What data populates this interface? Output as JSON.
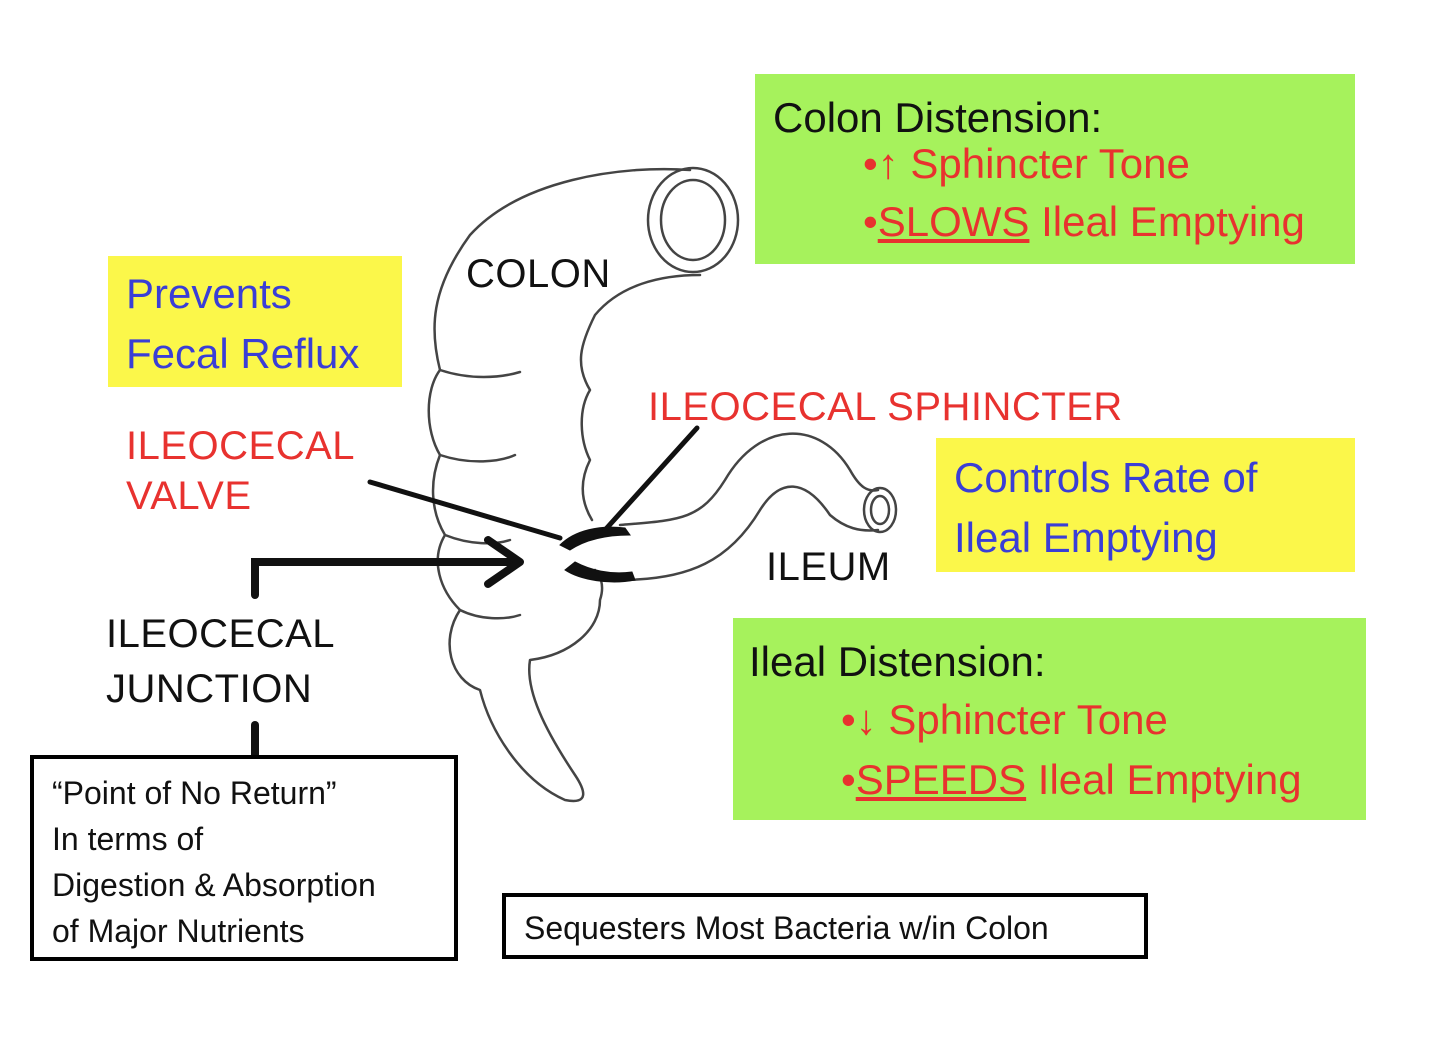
{
  "colon_distension": {
    "title": "Colon Distension:",
    "bullet1_arrow": "↑",
    "bullet1_text": " Sphincter Tone",
    "bullet2_underlined": "SLOWS",
    "bullet2_text": " Ileal Emptying"
  },
  "prevents": {
    "line1": "Prevents",
    "line2": "Fecal Reflux"
  },
  "labels": {
    "colon": "COLON",
    "ileocecal_sphincter": "ILEOCECAL SPHINCTER",
    "ileocecal_valve_1": "ILEOCECAL",
    "ileocecal_valve_2": "VALVE",
    "ileum": "ILEUM",
    "junction_1": "ILEOCECAL",
    "junction_2": "JUNCTION"
  },
  "controls": {
    "line1": "Controls Rate of",
    "line2": "Ileal Emptying"
  },
  "ileal_distension": {
    "title": "Ileal Distension:",
    "bullet1_arrow": "↓",
    "bullet1_text": " Sphincter Tone",
    "bullet2_underlined": "SPEEDS",
    "bullet2_text": " Ileal Emptying"
  },
  "point_box": {
    "line1": "“Point of No Return”",
    "line2": "In terms of",
    "line3": "Digestion & Absorption",
    "line4": "of Major Nutrients"
  },
  "bacteria_box": {
    "text": "Sequesters Most Bacteria w/in Colon"
  },
  "bullet": "•",
  "colors": {
    "green_box": "#a6f25c",
    "yellow_box": "#fbf74a",
    "red_text": "#e8322f",
    "blue_text": "#3a3ed6"
  }
}
